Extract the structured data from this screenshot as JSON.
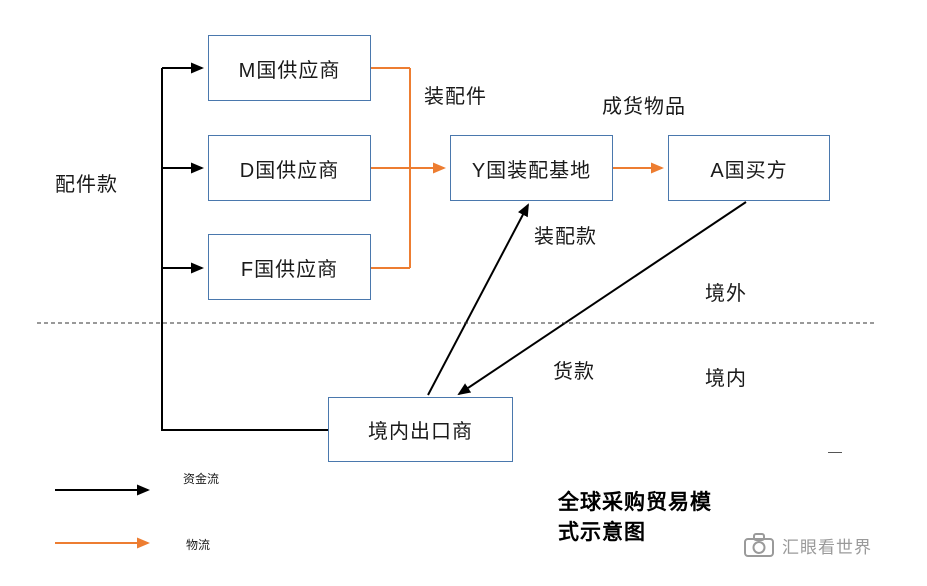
{
  "diagram": {
    "nodes": {
      "supplier_m": "M国供应商",
      "supplier_d": "D国供应商",
      "supplier_f": "F国供应商",
      "assembly_base": "Y国装配基地",
      "buyer": "A国买方",
      "exporter": "境内出口商"
    },
    "labels": {
      "parts_payment": "配件款",
      "assembly_parts": "装配件",
      "finished_goods": "成货物品",
      "assembly_payment": "装配款",
      "overseas": "境外",
      "domestic": "境内",
      "goods_payment": "货款"
    },
    "legend": {
      "capital_flow": "资金流",
      "logistics": "物流"
    },
    "title_line1": "全球采购贸易模",
    "title_line2": "式示意图",
    "watermark": "汇眼看世界",
    "colors": {
      "capital_flow": "#000000",
      "logistics": "#ED7D31",
      "box_border": "#4a78ad"
    }
  }
}
